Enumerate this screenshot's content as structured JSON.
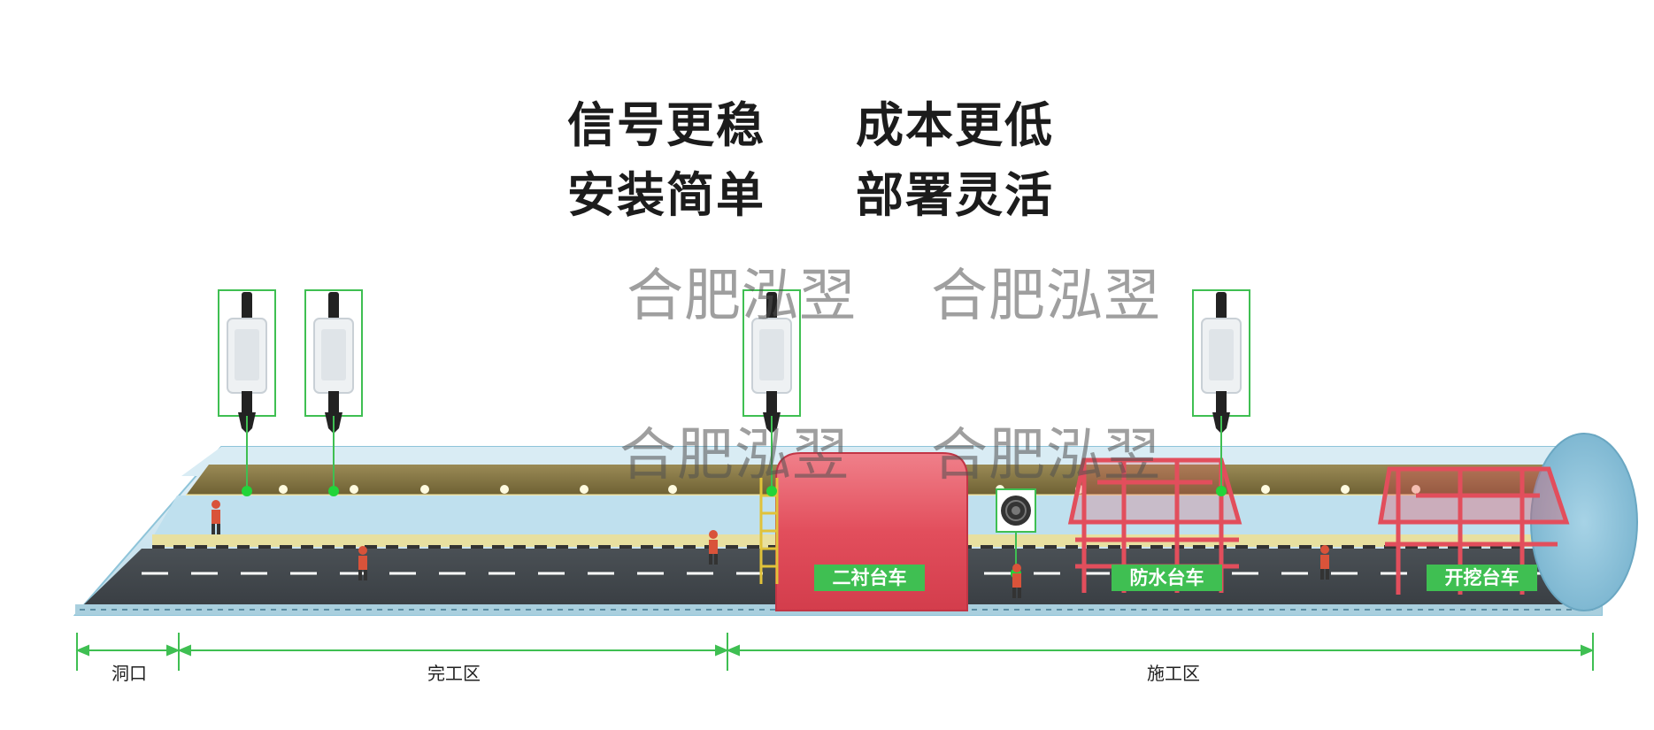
{
  "headlines": {
    "row1_left": "信号更稳",
    "row1_right": "成本更低",
    "row2_left": "安装简单",
    "row2_right": "部署灵活"
  },
  "watermark": "合肥泓翌",
  "trolleys": {
    "lining": "二衬台车",
    "waterproof": "防水台车",
    "excavation": "开挖台车"
  },
  "zones": {
    "portal": "洞口",
    "completed": "完工区",
    "construction": "施工区"
  },
  "icons": [
    "wireless-access-point-icon",
    "tag-reader-icon",
    "worker-icon"
  ],
  "colors": {
    "accent_green": "#3fbf52",
    "trolley_red": "#e8505b",
    "tunnel_blue": "#cfe7f2"
  }
}
